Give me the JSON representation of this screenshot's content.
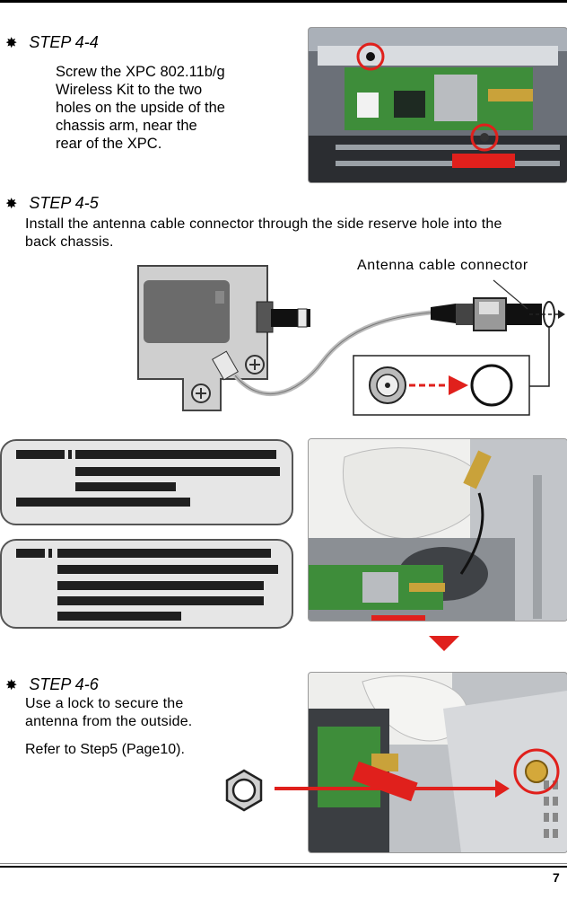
{
  "step44": {
    "symbol": "✸",
    "title": "STEP 4-4",
    "lines": [
      "Screw the XPC 802.11b/g",
      "Wireless Kit to the two",
      "holes on the upside of the",
      "chassis arm, near the",
      "rear of the XPC."
    ]
  },
  "step45": {
    "symbol": "✸",
    "title": "STEP 4-5",
    "lines": [
      "Install the antenna cable connector through the side reserve hole into the",
      "back chassis."
    ],
    "diagram_label": "Antenna cable connector"
  },
  "step46": {
    "symbol": "✸",
    "title": "STEP 4-6",
    "lines": [
      "Use a lock to secure the",
      "antenna from the outside."
    ],
    "ref": "Refer to Step5 (Page10)."
  },
  "colors": {
    "accent_red": "#e0201c",
    "note_bg": "#e6e6e6",
    "bar": "#1f1f1f"
  },
  "footer": {
    "page_number": "7"
  }
}
